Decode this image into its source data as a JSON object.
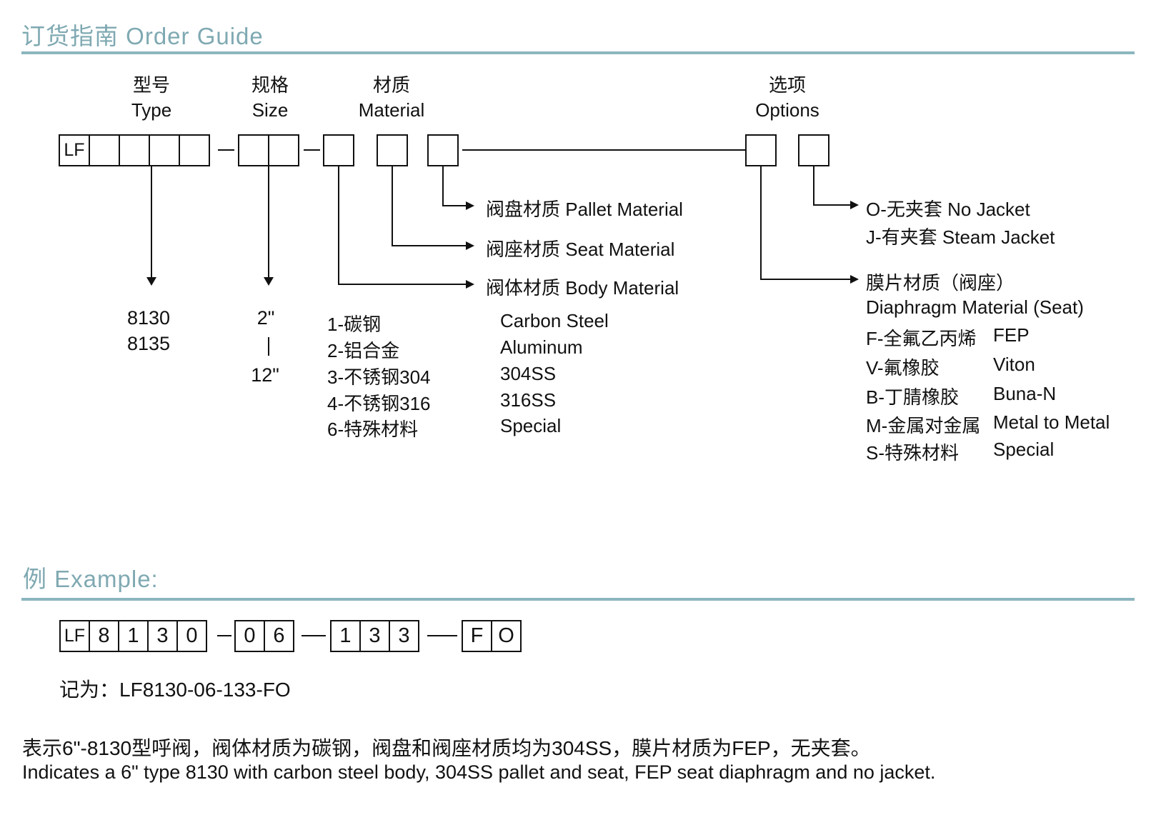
{
  "title": "订货指南 Order Guide",
  "colors": {
    "accent_text": "#7FA9B2",
    "accent_rule": "#8CB6BE",
    "line": "#111111"
  },
  "diagram": {
    "headers": {
      "type_zh": "型号",
      "type_en": "Type",
      "size_zh": "规格",
      "size_en": "Size",
      "material_zh": "材质",
      "material_en": "Material",
      "options_zh": "选项",
      "options_en": "Options"
    },
    "code_prefix": "LF",
    "type_values": [
      "8130",
      "8135"
    ],
    "size_values": {
      "min": "2\"",
      "max": "12\""
    },
    "material_items": [
      {
        "zh": "1-碳钢",
        "en": "Carbon Steel"
      },
      {
        "zh": "2-铝合金",
        "en": "Aluminum"
      },
      {
        "zh": "3-不锈钢304",
        "en": "304SS"
      },
      {
        "zh": "4-不锈钢316",
        "en": "316SS"
      },
      {
        "zh": "6-特殊材料",
        "en": "Special"
      }
    ],
    "callouts": {
      "pallet": "阀盘材质 Pallet Material",
      "seat": "阀座材质 Seat Material",
      "body": "阀体材质 Body Material",
      "jacket_o": "O-无夹套 No Jacket",
      "jacket_j": "J-有夹套 Steam Jacket",
      "diaphragm_zh": "膜片材质（阀座）",
      "diaphragm_en": "Diaphragm Material (Seat)"
    },
    "diaphragm_items": [
      {
        "zh": "F-全氟乙丙烯",
        "en": "FEP"
      },
      {
        "zh": "V-氟橡胶",
        "en": "Viton"
      },
      {
        "zh": "B-丁腈橡胶",
        "en": "Buna-N"
      },
      {
        "zh": "M-金属对金属",
        "en": "Metal to Metal"
      },
      {
        "zh": "S-特殊材料",
        "en": "Special"
      }
    ]
  },
  "example": {
    "heading": "例 Example:",
    "groups": [
      [
        "LF",
        "8",
        "1",
        "3",
        "0"
      ],
      [
        "0",
        "6"
      ],
      [
        "1",
        "3",
        "3"
      ],
      [
        "F",
        "O"
      ]
    ],
    "written_as_label": "记为：",
    "written_as_value": "LF8130-06-133-FO",
    "explanation_zh": "表示6\"-8130型呼阀，阀体材质为碳钢，阀盘和阀座材质均为304SS，膜片材质为FEP，无夹套。",
    "explanation_en": "Indicates a 6\" type 8130 with carbon steel body, 304SS pallet and seat, FEP seat diaphragm and no jacket."
  }
}
